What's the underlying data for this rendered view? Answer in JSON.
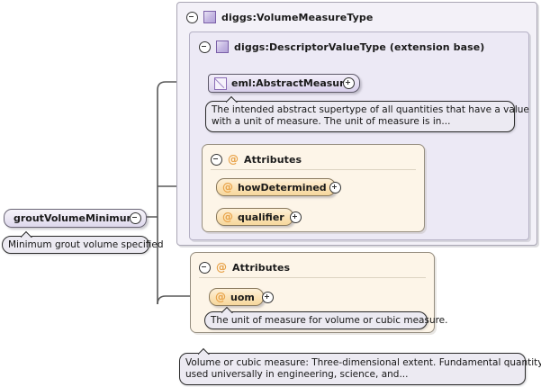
{
  "diagram": {
    "kind": "xml-schema-element-diagram",
    "background_color": "#ffffff"
  },
  "root_element": {
    "name": "groutVolumeMinimum",
    "collapse_icon": "minus-circle-icon",
    "annotation": "Minimum grout volume specified"
  },
  "outer_type": {
    "label": "diggs:VolumeMeasureType",
    "collapse_icon": "minus-circle-icon",
    "type_icon": "complex-type-icon"
  },
  "inner_type": {
    "label": "diggs:DescriptorValueType (extension base)",
    "collapse_icon": "minus-circle-icon",
    "type_icon": "complex-type-icon"
  },
  "abstract_element": {
    "label": "eml:AbstractMeasure",
    "icon": "abstract-element-icon",
    "expand_icon": "plus-circle-icon",
    "annotation_line1": "The intended abstract supertype of all quantities that have a value",
    "annotation_line2": "with a unit of measure. The unit of measure is in..."
  },
  "attributes_group_1": {
    "label": "Attributes",
    "at_icon": "at-sign-icon",
    "collapse_icon": "minus-circle-icon",
    "items": [
      {
        "name": "howDetermined",
        "at_icon": "at-sign-icon",
        "expand_icon": "plus-circle-icon"
      },
      {
        "name": "qualifier",
        "at_icon": "at-sign-icon",
        "expand_icon": "plus-circle-icon"
      }
    ]
  },
  "attributes_group_2": {
    "label": "Attributes",
    "at_icon": "at-sign-icon",
    "collapse_icon": "minus-circle-icon",
    "items": [
      {
        "name": "uom",
        "at_icon": "at-sign-icon",
        "expand_icon": "plus-circle-icon",
        "annotation": "The unit of measure for volume or cubic measure."
      }
    ]
  },
  "bottom_annotation": {
    "line1": "Volume or cubic measure: Three-dimensional extent. Fundamental quantity",
    "line2": "used universally in engineering, science, and..."
  },
  "colors": {
    "outer_box_fill": "#f3f1f8",
    "inner_box_fill": "#ece9f5",
    "attribute_box_fill": "#fdf5e8",
    "attribute_pill": "#fbe3b8",
    "at_sign": "#e8a34a",
    "type_square": "#b3a3d8",
    "connector_line": "#585858",
    "annotation_fill": "#eceaf2"
  }
}
